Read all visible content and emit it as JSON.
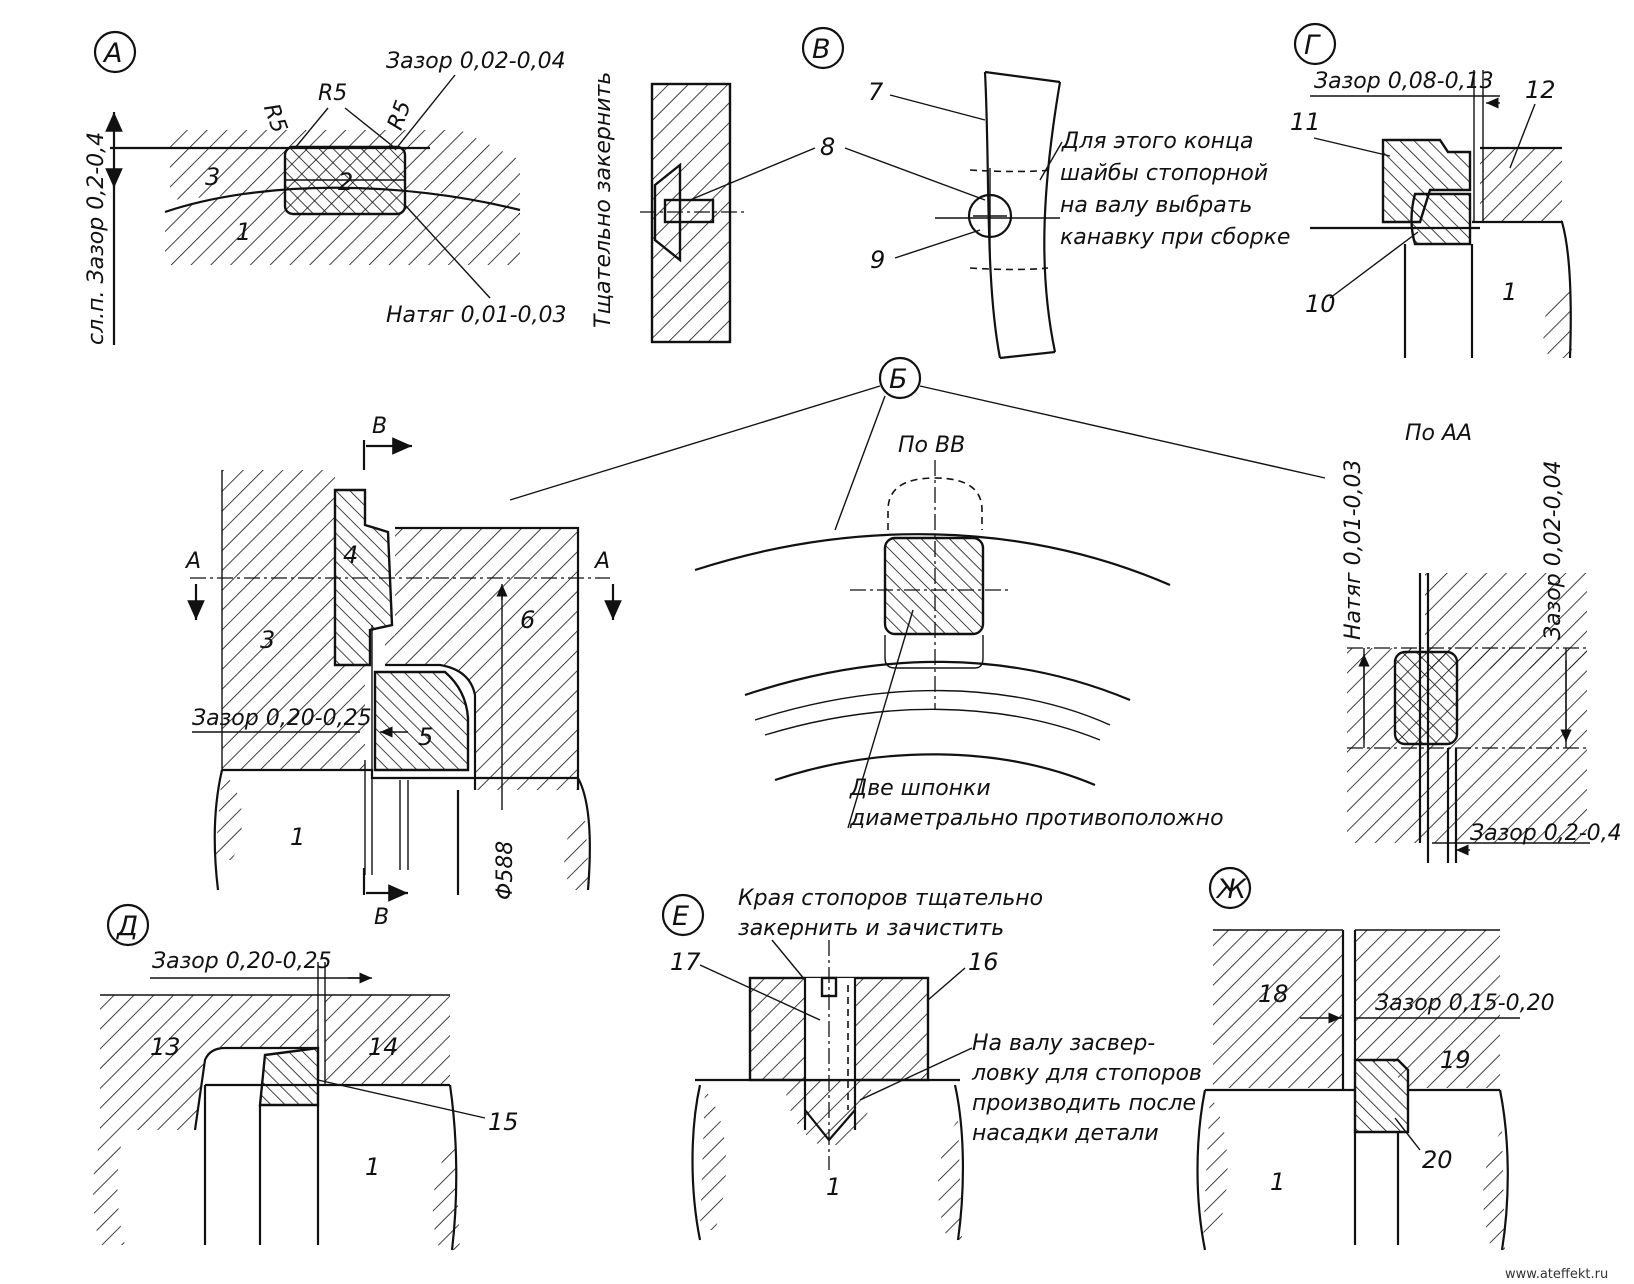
{
  "views": {
    "A": {
      "letter": "А",
      "gap_top": "Зазор 0,02-0,04",
      "radius_left": "R5",
      "radius_mid": "R5",
      "radius_right": "R5",
      "interference": "Натяг 0,01-0,03",
      "side_gap": "сл.п. Зазор 0,2-0,4",
      "part_3": "3",
      "part_2": "2",
      "part_1": "1"
    },
    "V": {
      "letter": "В",
      "carefully_punch": "Тщательно закернить",
      "part_7": "7",
      "part_8": "8",
      "part_9": "9",
      "note": [
        "Для этого конца",
        "шайбы стопорной",
        "на валу выбрать",
        "канавку при сборке"
      ]
    },
    "G": {
      "letter": "Г",
      "gap": "Зазор 0,08-0,13",
      "part_11": "11",
      "part_12": "12",
      "part_10": "10",
      "part_1": "1"
    },
    "B": {
      "letter": "Б",
      "section_vv": "По ВВ",
      "section_aa": "По АА",
      "keys_note": [
        "Две шпонки",
        "диаметрально противоположно"
      ],
      "aa_interference": "Натяг 0,01-0,03",
      "aa_gap_right": "Зазор 0,02-0,04",
      "aa_gap_bottom": "Зазор 0,2-0,4"
    },
    "main": {
      "mark_b_top": "В",
      "mark_b_bottom": "В",
      "mark_a_left": "А",
      "mark_a_right": "А",
      "part_4": "4",
      "part_3": "3",
      "part_6": "6",
      "part_5": "5",
      "part_1": "1",
      "gap": "Зазор 0,20-0,25",
      "diameter": "Φ588"
    },
    "D": {
      "letter": "Д",
      "gap": "Зазор 0,20-0,25",
      "part_13": "13",
      "part_14": "14",
      "part_15": "15",
      "part_1": "1"
    },
    "E": {
      "letter": "Е",
      "edges_note": [
        "Края стопоров тщательно",
        "закернить и зачистить"
      ],
      "part_17": "17",
      "part_16": "16",
      "drill_note": [
        "На валу засвер-",
        "ловку для стопоров",
        "производить после",
        "насадки детали"
      ],
      "part_1": "1"
    },
    "ZH": {
      "letter": "Ж",
      "gap": "Зазор 0,15-0,20",
      "part_18": "18",
      "part_19": "19",
      "part_20": "20",
      "part_1": "1"
    }
  },
  "watermark": "www.ateffekt.ru"
}
